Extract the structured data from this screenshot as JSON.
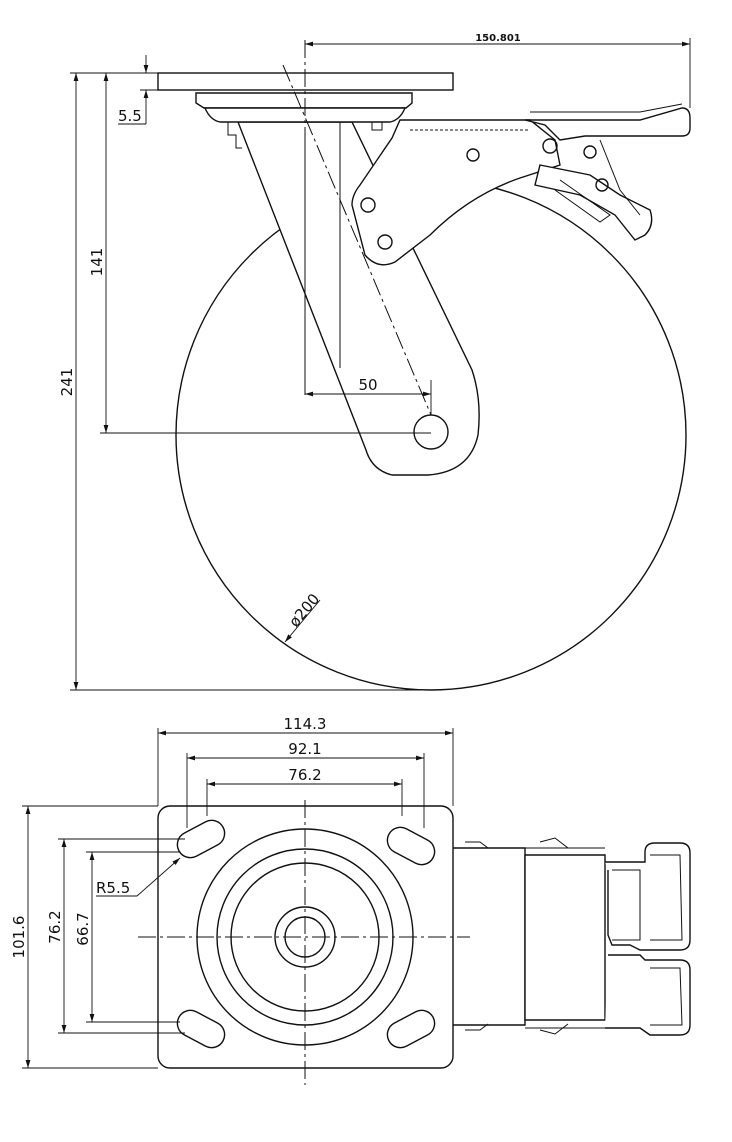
{
  "side_view": {
    "overall_height": "241",
    "axle_height": "141",
    "plate_thickness": "5.5",
    "offset": "50",
    "brake_length": "150.801",
    "wheel_diameter": "ø200"
  },
  "top_view": {
    "plate_width": "114.3",
    "hole_spacing_outer": "92.1",
    "hole_spacing_inner": "76.2",
    "slot_radius": "R5.5",
    "plate_depth": "101.6",
    "hole_spacing_depth_outer": "76.2",
    "hole_spacing_depth_inner": "66.7"
  }
}
